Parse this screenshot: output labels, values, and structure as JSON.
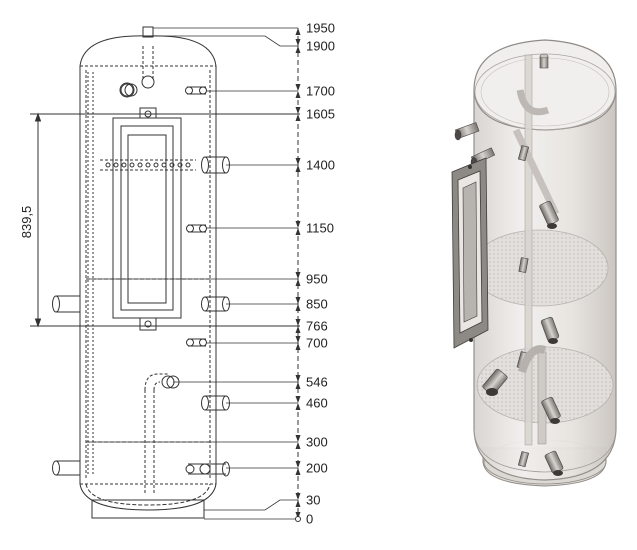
{
  "drawing": {
    "height_marks": [
      {
        "value": 1950,
        "label": "1950"
      },
      {
        "value": 1900,
        "label": "1900"
      },
      {
        "value": 1700,
        "label": "1700"
      },
      {
        "value": 1605,
        "label": "1605"
      },
      {
        "value": 1400,
        "label": "1400"
      },
      {
        "value": 1150,
        "label": "1150"
      },
      {
        "value": 950,
        "label": "950"
      },
      {
        "value": 850,
        "label": "850"
      },
      {
        "value": 766,
        "label": "766"
      },
      {
        "value": 700,
        "label": "700"
      },
      {
        "value": 546,
        "label": "546"
      },
      {
        "value": 460,
        "label": "460"
      },
      {
        "value": 300,
        "label": "300"
      },
      {
        "value": 200,
        "label": "200"
      },
      {
        "value": 30,
        "label": "30"
      },
      {
        "value": 0,
        "label": "0"
      }
    ],
    "flange_span_label": "839,5",
    "colors": {
      "line": "#333333",
      "tank_fill": "#ece9e6",
      "tank_edge": "#9a9794"
    }
  }
}
